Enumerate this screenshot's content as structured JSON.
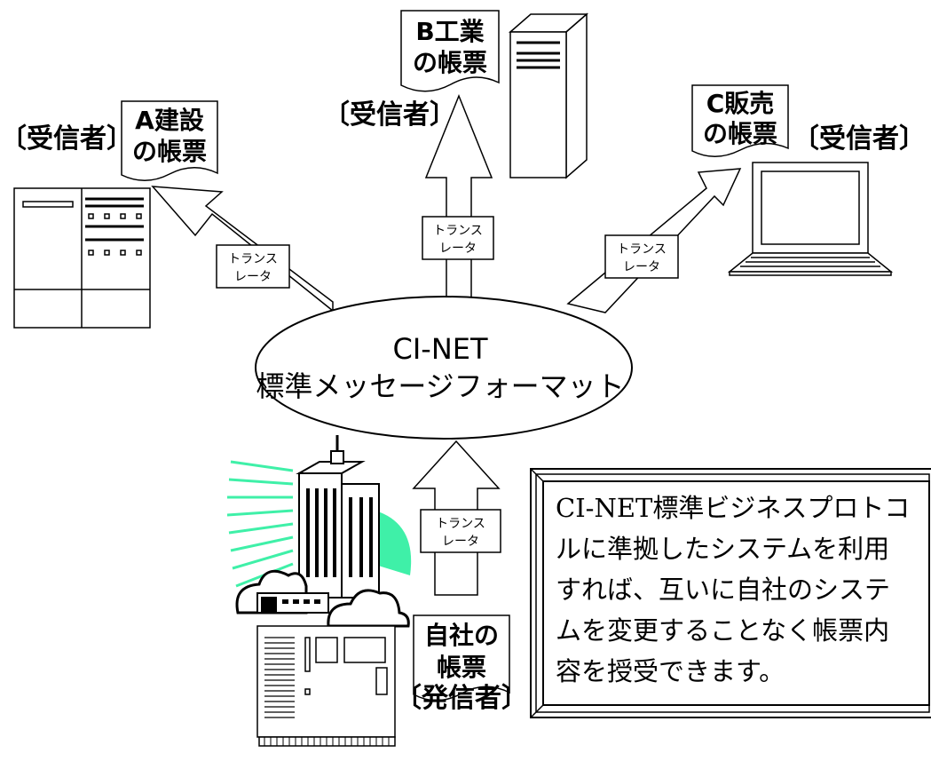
{
  "center": {
    "line1": "CI-NET",
    "line2": "標準メッセージフォーマット"
  },
  "translator": {
    "line1": "トランス",
    "line2": "レータ"
  },
  "receivers": {
    "a": {
      "role": "〔受信者〕",
      "doc_line1": "A建設",
      "doc_line2": "の帳票"
    },
    "b": {
      "role": "〔受信者〕",
      "doc_line1": "B工業",
      "doc_line2": "の帳票"
    },
    "c": {
      "role": "〔受信者〕",
      "doc_line1": "C販売",
      "doc_line2": "の帳票"
    }
  },
  "sender": {
    "role": "〔発信者〕",
    "doc_line1": "自社の",
    "doc_line2": "帳票"
  },
  "note": {
    "lines": [
      "CI-NET標準ビジネスプロトコ",
      "ルに準拠したシステムを利用",
      "すれば、互いに自社のシステ",
      "ムを変更することなく帳票内",
      "容を授受できます。"
    ]
  },
  "colors": {
    "accent": "#3ff0a8",
    "line": "#000000"
  }
}
